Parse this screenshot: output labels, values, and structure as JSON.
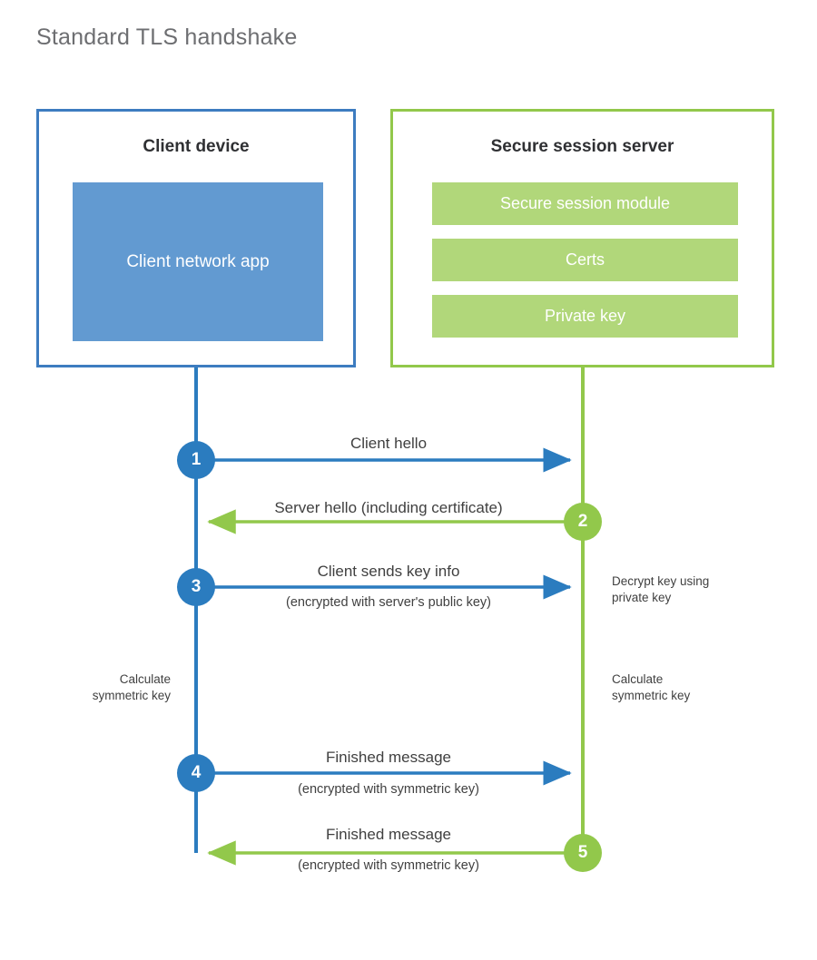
{
  "page": {
    "title": "Standard TLS handshake",
    "background": "#ffffff"
  },
  "colors": {
    "client_accent": "#3d7cc0",
    "client_circle": "#2b7cbf",
    "client_app_fill": "#629ad1",
    "server_accent": "#92c84b",
    "server_bar_fill": "#b1d77a",
    "text": "#404040",
    "title_text": "#6d6e71"
  },
  "client": {
    "title": "Client device",
    "app_label": "Client network app"
  },
  "server": {
    "title": "Secure session server",
    "components": [
      {
        "label": "Secure session module"
      },
      {
        "label": "Certs"
      },
      {
        "label": "Private key"
      }
    ]
  },
  "steps": [
    {
      "number": "1",
      "side": "client",
      "direction": "right",
      "main": "Client hello",
      "sub": ""
    },
    {
      "number": "2",
      "side": "server",
      "direction": "left",
      "main": "Server hello (including certificate)",
      "sub": ""
    },
    {
      "number": "3",
      "side": "client",
      "direction": "right",
      "main": "Client sends key info",
      "sub": "(encrypted with server's public key)"
    },
    {
      "number": "4",
      "side": "client",
      "direction": "right",
      "main": "Finished message",
      "sub": "(encrypted with symmetric key)"
    },
    {
      "number": "5",
      "side": "server",
      "direction": "left",
      "main": "Finished message",
      "sub": "(encrypted with symmetric key)"
    }
  ],
  "notes": {
    "decrypt_key": "Decrypt key using\nprivate key",
    "client_calculate": "Calculate\nsymmetric key",
    "server_calculate": "Calculate\nsymmetric key"
  }
}
